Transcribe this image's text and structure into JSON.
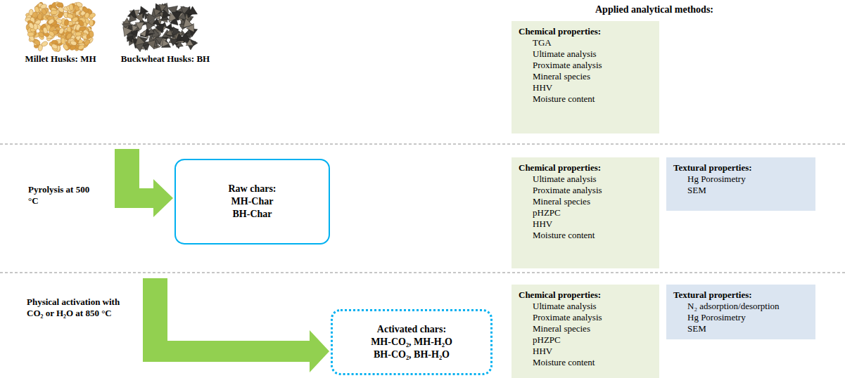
{
  "diagram": {
    "nodes": [
      {
        "text": [
          "Chemical properties:",
          "TGA",
          "Ultimate analysis",
          "Proximate analysis",
          "Mineral species",
          "HHV",
          "Moisture content"
        ]
      },
      {
        "text": [
          "Raw chars:",
          "MH-Char",
          "BH-Char"
        ]
      },
      {
        "text": [
          "Chemical properties:",
          "Ultimate analysis",
          "Proximate analysis",
          "Mineral species",
          "pHZPC",
          "HHV",
          "Moisture content"
        ]
      },
      {
        "text": [
          "Textural properties:",
          "Hg Porosimetry",
          "SEM"
        ]
      },
      {
        "text": [
          "Activated chars:",
          "MH-CO₂, MH-H₂O",
          "BH-CO₂, BH-H₂O"
        ]
      },
      {
        "text": [
          "Chemical properties:",
          "Ultimate analysis",
          "Proximate analysis",
          "Mineral species",
          "pHZPC",
          "HHV",
          "Moisture content"
        ]
      },
      {
        "text": [
          "Textural properties:",
          "N₂ adsorption/desorption",
          "Hg Porosimetry",
          "SEM"
        ]
      }
    ],
    "labels": [
      "Applied analytical methods:",
      "Millet Husks: MH",
      "Buckwheat Husks: BH",
      "Pyrolysis at 500 °C",
      "Physical activation with CO₂ or H₂O at 850 °C"
    ]
  }
}
